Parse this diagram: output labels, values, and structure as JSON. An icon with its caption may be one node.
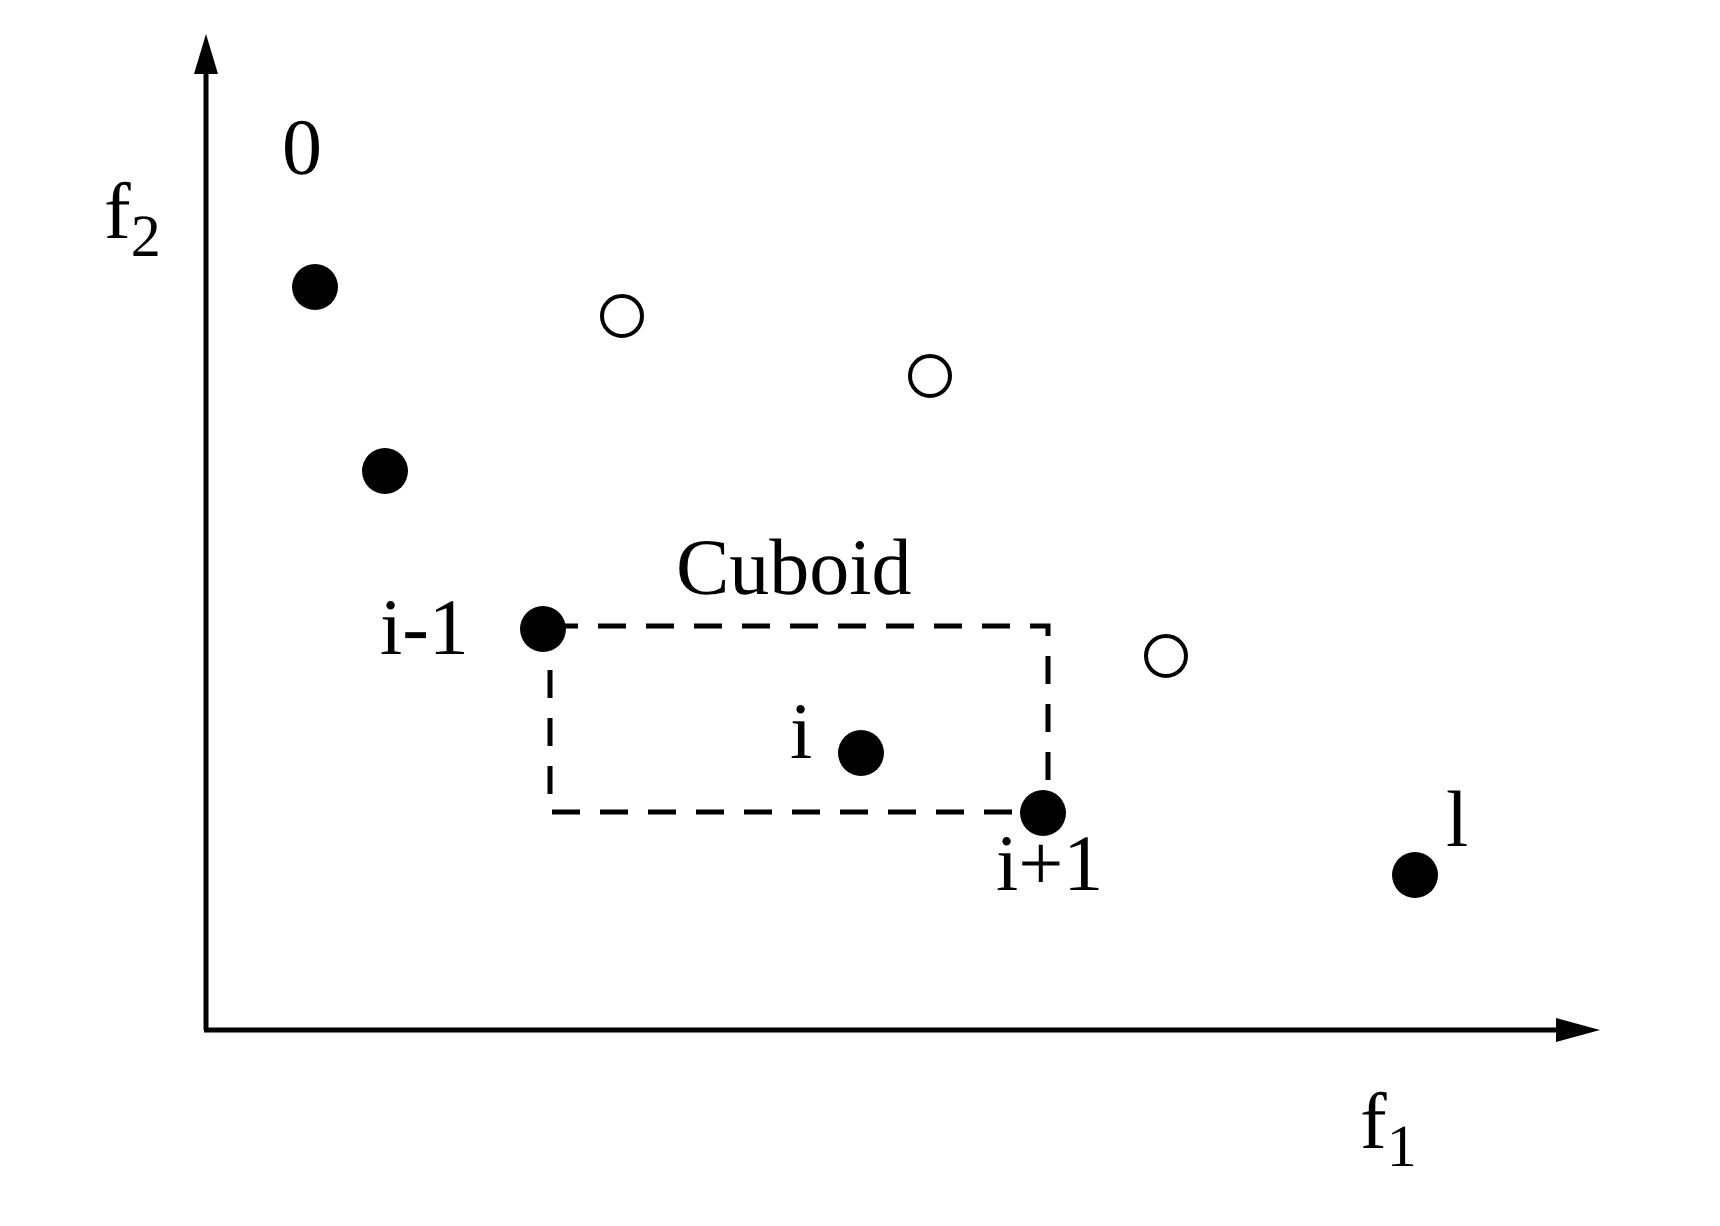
{
  "diagram": {
    "nodes": [
      {
        "text": [
          "Cuboid"
        ]
      }
    ],
    "labels": [
      "f$_{2}$",
      "0",
      "i-1",
      "i",
      "l",
      "i+1",
      "f$_{1}$"
    ]
  }
}
